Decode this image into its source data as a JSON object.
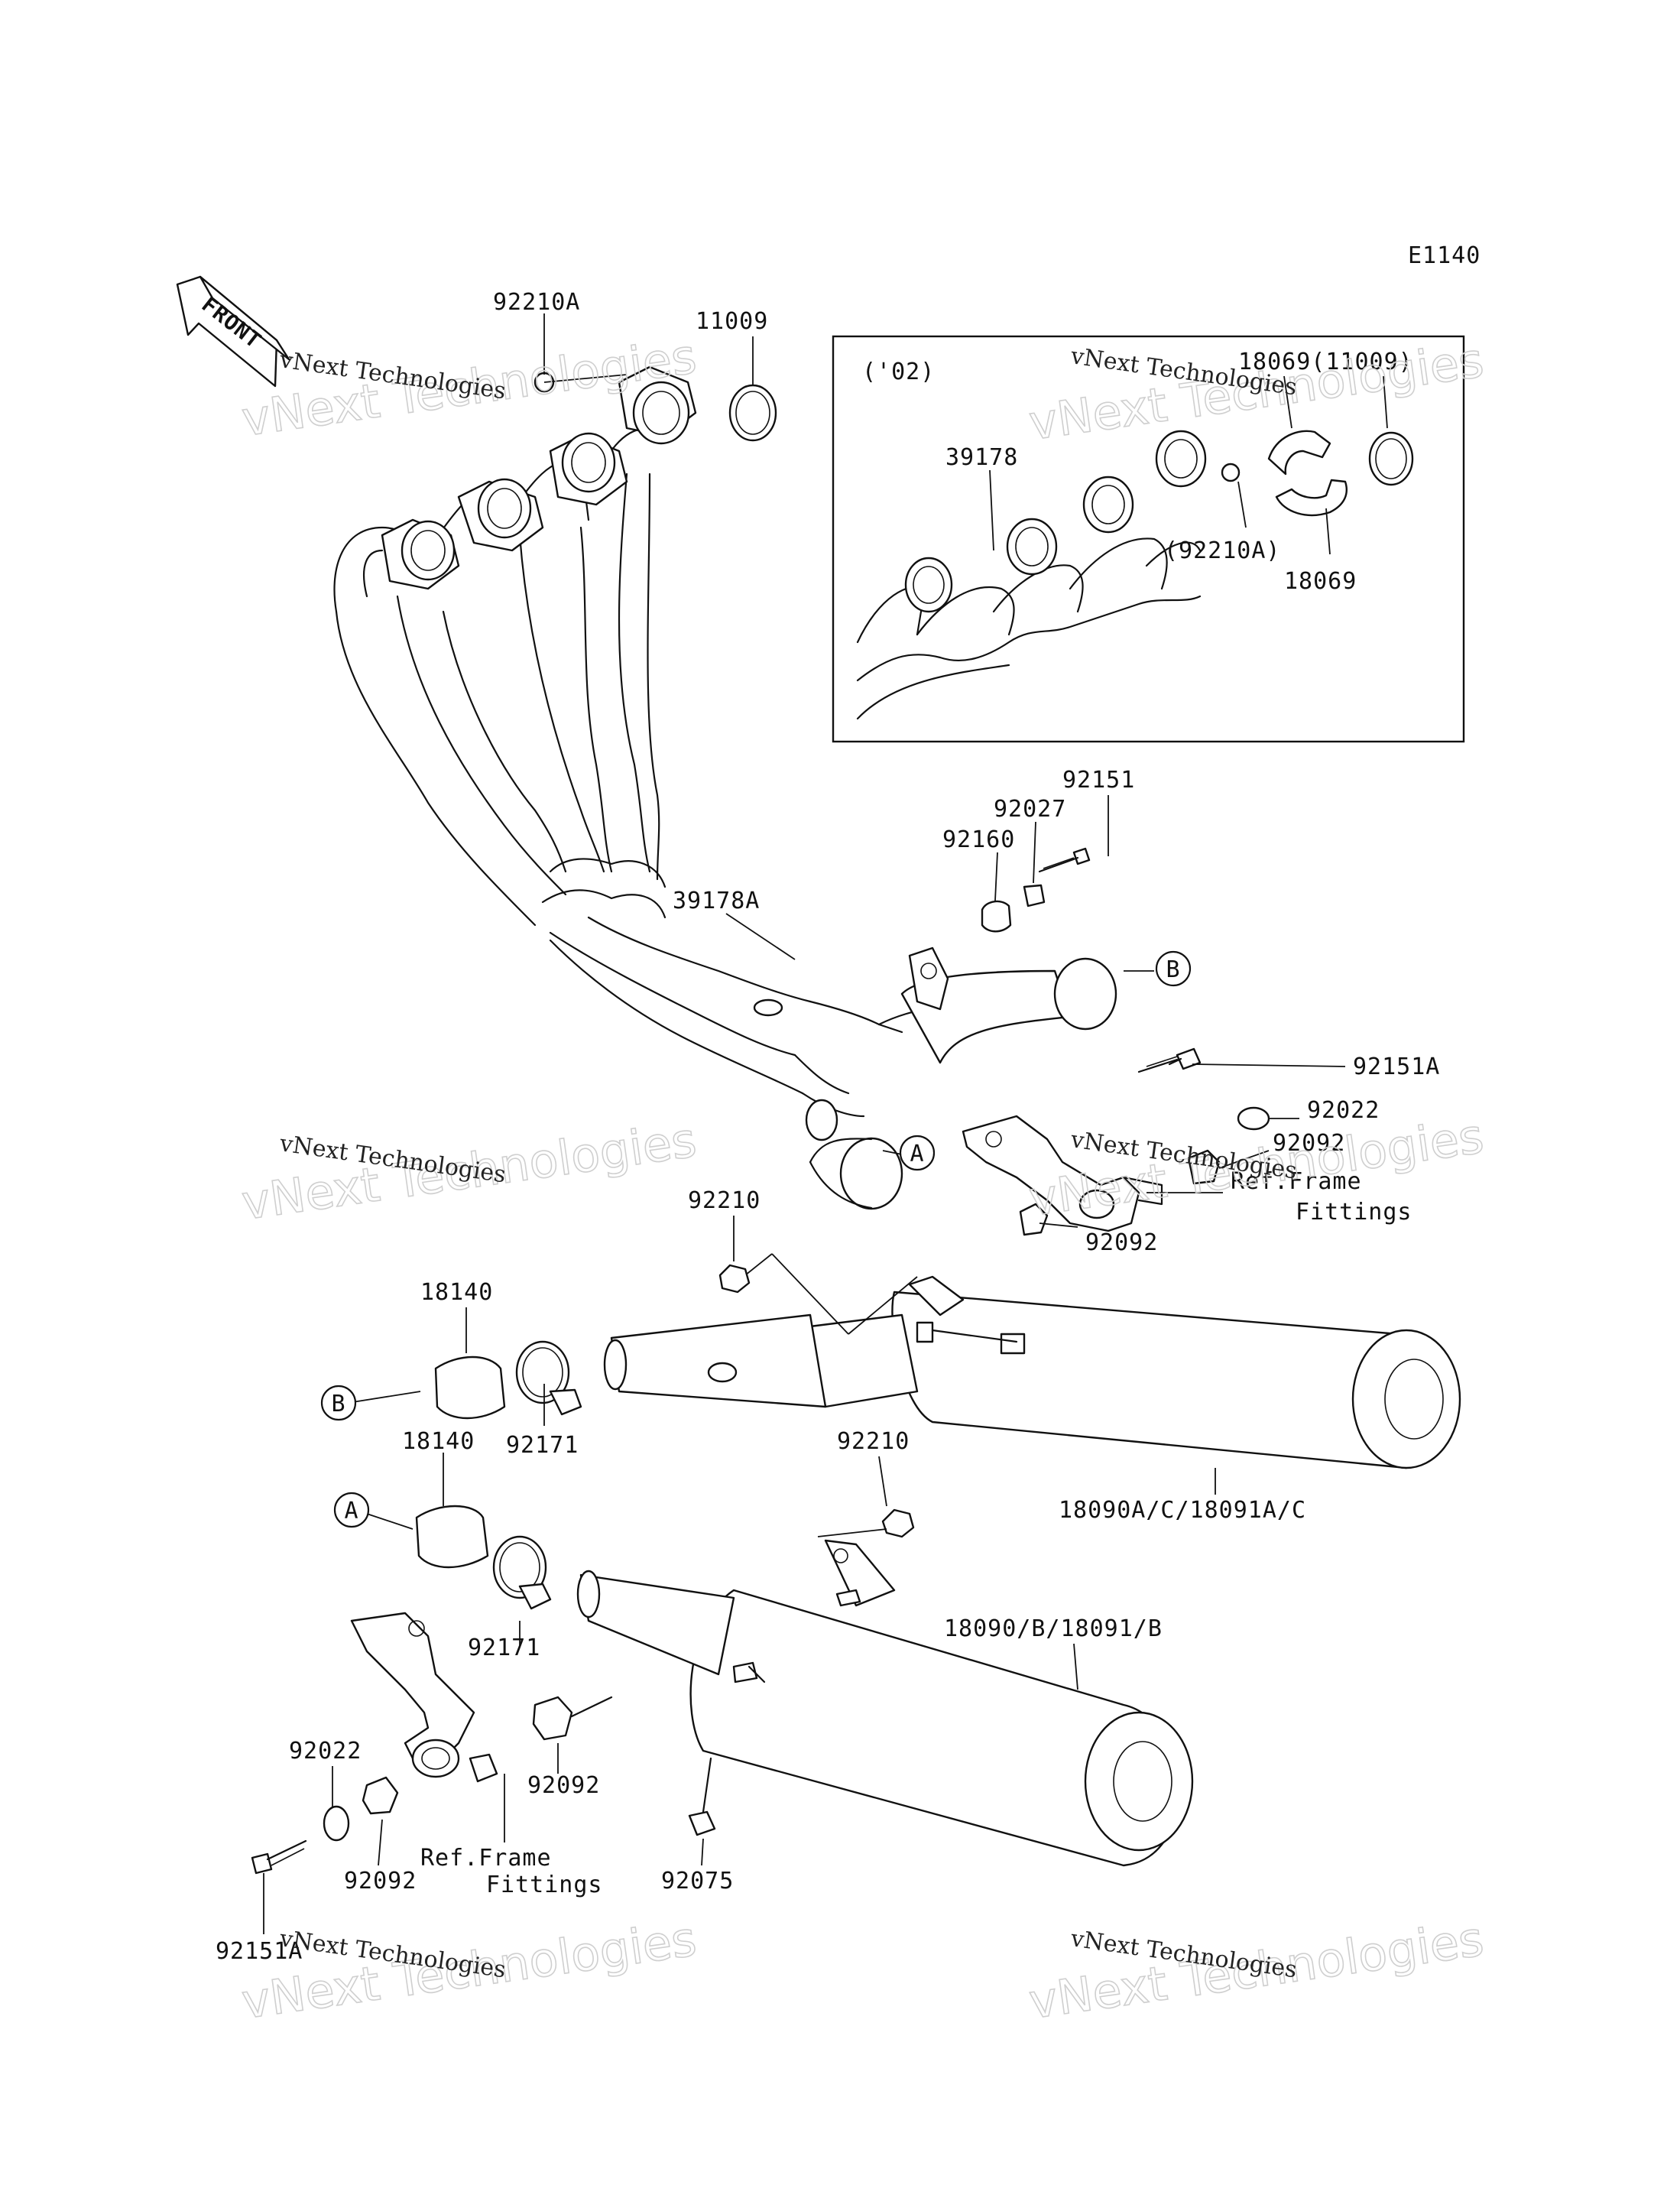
{
  "diagram_code": "E1140",
  "front_label": "FRONT",
  "inset_label": "('02)",
  "watermark_line1": "vNext Technologies",
  "watermark_line2": "vNext Technologies",
  "callouts": {
    "a": "A",
    "b": "B"
  },
  "parts": {
    "p92210A": "92210A",
    "p11009": "11009",
    "p18069_11009": "18069(11009)",
    "p39178": "39178",
    "p92210A_paren": "(92210A)",
    "p18069": "18069",
    "p92151": "92151",
    "p92027": "92027",
    "p92160": "92160",
    "p39178A": "39178A",
    "p92151A_top": "92151A",
    "p92022_top": "92022",
    "p92092_top": "92092",
    "ref_frame_top_1": "Ref.Frame",
    "ref_frame_top_2": "Fittings",
    "p92092_mid": "92092",
    "p92210_top": "92210",
    "p18140_top": "18140",
    "p92171_top": "92171",
    "p18140_bottom": "18140",
    "p92210_bottom": "92210",
    "p18090A": "18090A/C/18091A/C",
    "p18090B": "18090/B/18091/B",
    "p92171_bottom": "92171",
    "p92022_bottom": "92022",
    "p92092_bottom_left": "92092",
    "p92092_bottom_mid": "92092",
    "p92075": "92075",
    "ref_frame_bottom_1": "Ref.Frame",
    "ref_frame_bottom_2": "Fittings",
    "p92151A_bottom": "92151A"
  }
}
